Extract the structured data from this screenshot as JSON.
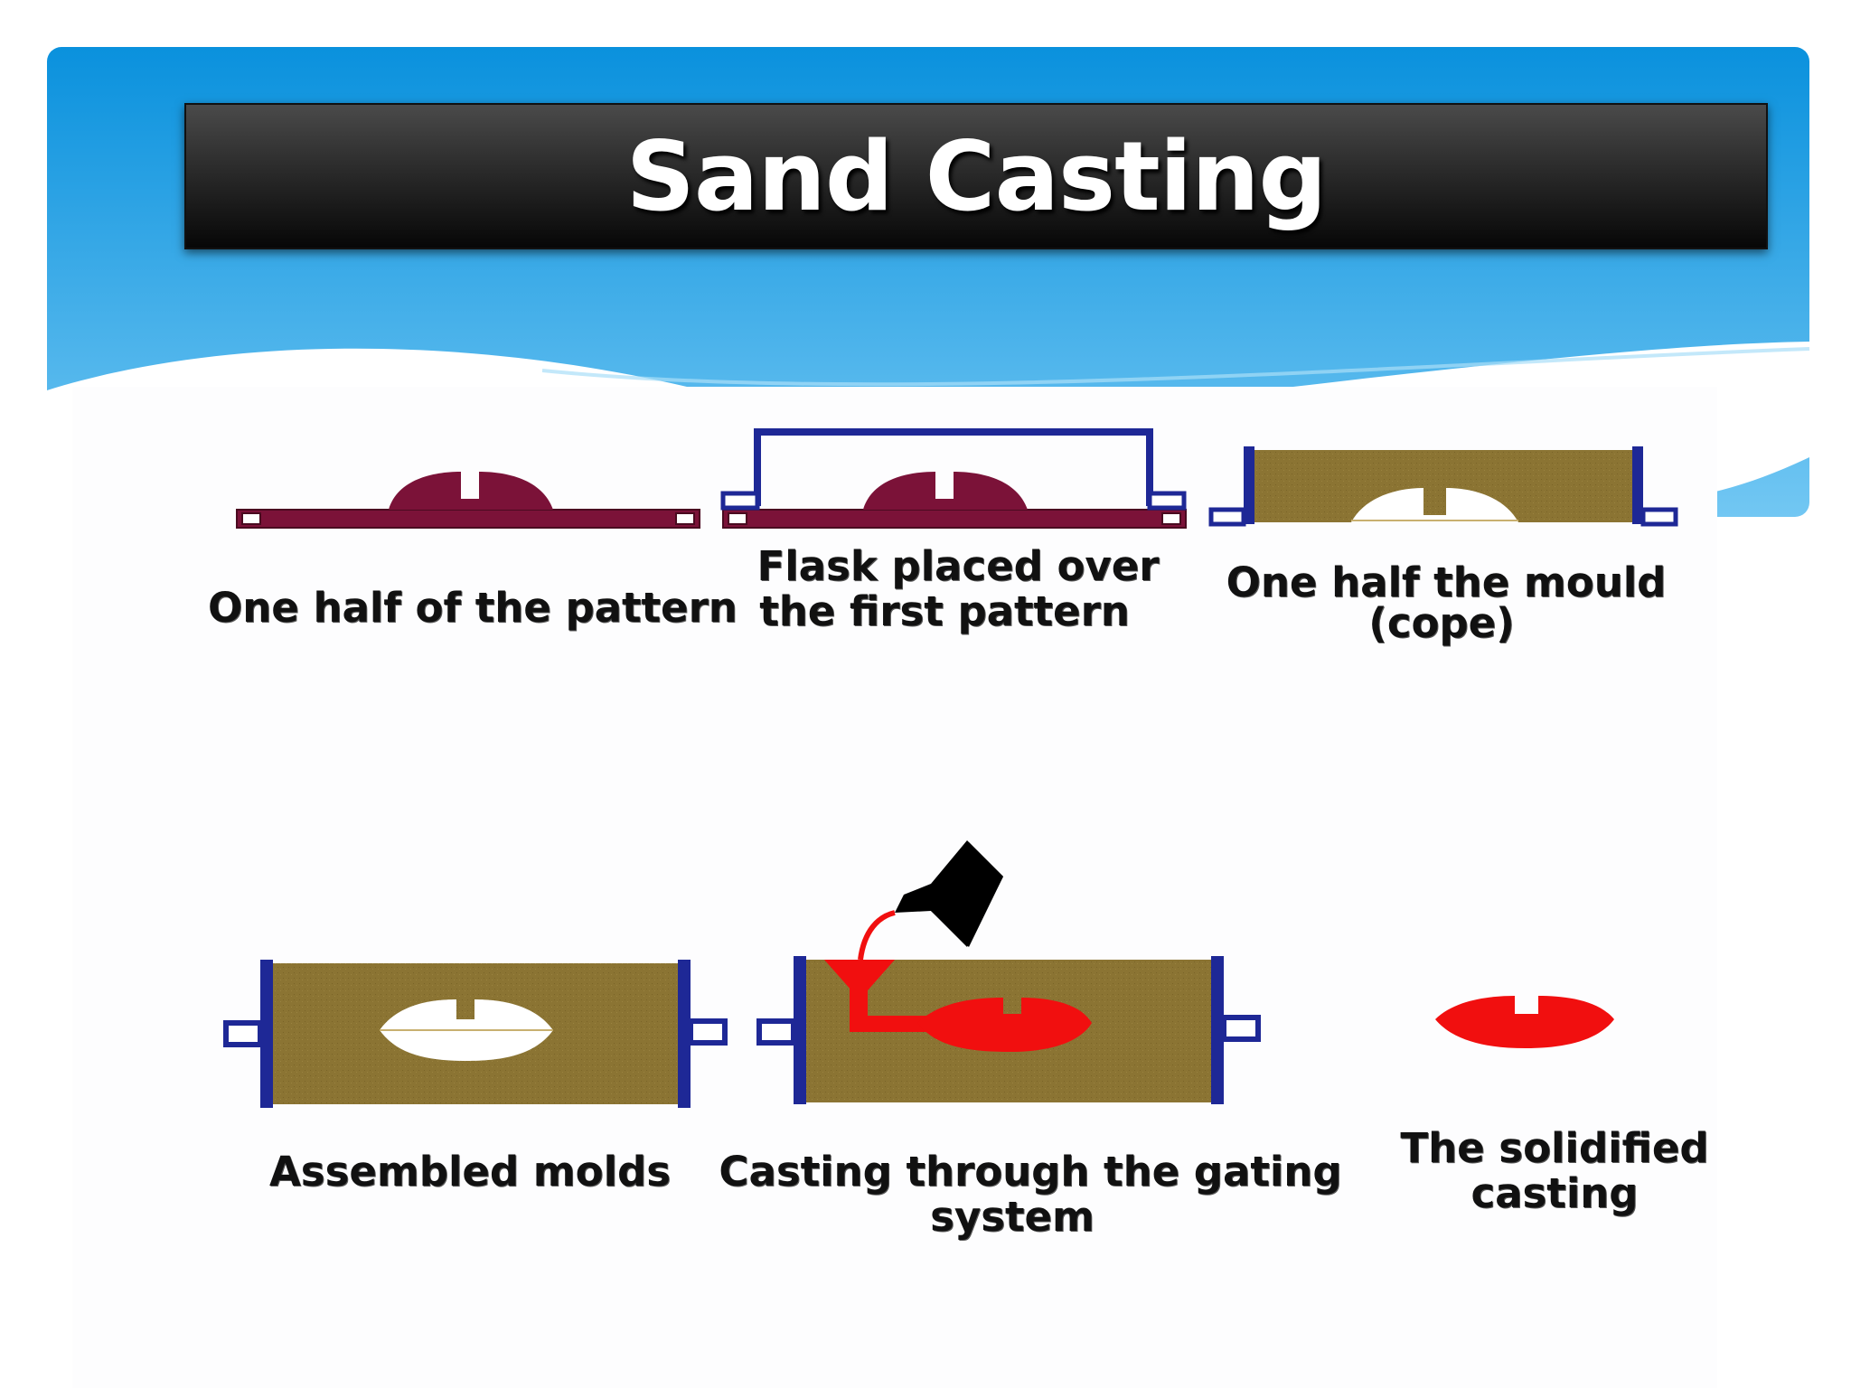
{
  "slide": {
    "title": "Sand Casting"
  },
  "colors": {
    "header_blue_top": "#0b93de",
    "header_blue_bottom": "#6cc4f2",
    "title_bar": "#1c1c1c",
    "pattern": "#7b1238",
    "flask": "#1e2896",
    "sand": "#8b7433",
    "molten_metal": "#f10f0f",
    "ladle": "#000000"
  },
  "steps": [
    {
      "caption_lines": [
        "One half of the pattern"
      ]
    },
    {
      "caption_lines": [
        "Flask placed over",
        "the first pattern"
      ]
    },
    {
      "caption_lines": [
        "One half  the mould",
        "(cope)"
      ]
    },
    {
      "caption_lines": [
        "Assembled molds"
      ]
    },
    {
      "caption_lines": [
        "Casting through the gating",
        "system"
      ]
    },
    {
      "caption_lines": [
        "The solidified",
        "casting"
      ]
    }
  ]
}
